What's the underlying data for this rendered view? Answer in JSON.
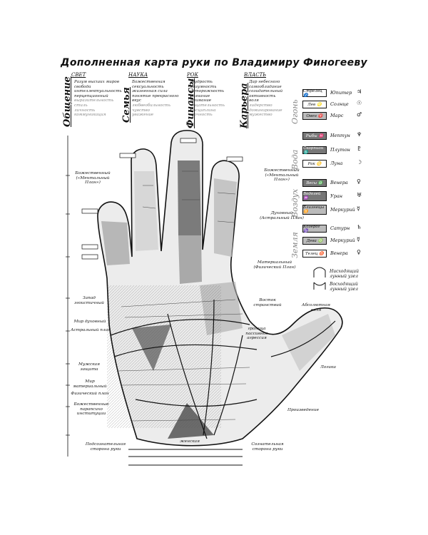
{
  "title": "Дополненная карта руки по Владимиру Финогееву",
  "headers": [
    "СВЕТ",
    "НАУКА",
    "РОК",
    "ВЛАСТЬ"
  ],
  "vertical_labels": [
    "Общение",
    "Семья",
    "Финансы",
    "Карьера"
  ],
  "columns": [
    {
      "l1": "Разум высших миров",
      "l2": "свобода",
      "l3": "интеллектуальность",
      "l4": "перцепционный",
      "l5": "выразительность",
      "l6": "стиль",
      "l7": "личность",
      "l8": "коммуникация"
    },
    {
      "l1": "Божественная",
      "l2": "сексуальность",
      "l3": "жизненная сила",
      "l4": "понятие прекрасного",
      "l5": "вкус",
      "l6": "любвеобильность",
      "l7": "чувство",
      "l8": "уважение"
    },
    {
      "l1": "Мудрость",
      "l2": "разумность",
      "l3": "осторожность",
      "l4": "сознание",
      "l5": "внимание",
      "l6": "тщательность",
      "l7": "дисциплина",
      "l8": "точность"
    },
    {
      "l1": "Дар небесного",
      "l2": "самообладание",
      "l3": "созидательный",
      "l4": "активность",
      "l5": "воля",
      "l6": "лидерство",
      "l7": "доминирование",
      "l8": "мужество"
    }
  ],
  "elements": [
    "Огонь",
    "Вода",
    "Воздух",
    "Земля"
  ],
  "legend": [
    {
      "sign": "Стрелец ♐",
      "planet": "Юпитер",
      "sym": "♃"
    },
    {
      "sign": "Лев ♌",
      "planet": "Солнце",
      "sym": "☉"
    },
    {
      "sign": "Овен ♈",
      "planet": "Марс",
      "sym": "♂"
    },
    {
      "sign": "Рыбы ♓",
      "planet": "Нептун",
      "sym": "♆"
    },
    {
      "sign": "Скорпион ♏",
      "planet": "Плутон",
      "sym": "♇"
    },
    {
      "sign": "Рак ♋",
      "planet": "Луна",
      "sym": "☽"
    },
    {
      "sign": "Весы ♎",
      "planet": "Венера",
      "sym": "♀"
    },
    {
      "sign": "Водолей ♒",
      "planet": "Уран",
      "sym": "♅"
    },
    {
      "sign": "Близнецы ♊",
      "planet": "Меркурий",
      "sym": "☿"
    },
    {
      "sign": "Козерог ♑",
      "planet": "Сатурн",
      "sym": "♄"
    },
    {
      "sign": "Дева ♍",
      "planet": "Меркурий",
      "sym": "☿"
    },
    {
      "sign": "Телец ♉",
      "planet": "Венера",
      "sym": "♀"
    }
  ],
  "legend_nodes": [
    {
      "l1": "Нисходящий",
      "l2": "лунный узел"
    },
    {
      "l1": "Восходящий",
      "l2": "лунный узел"
    }
  ],
  "side_labels": [
    {
      "l1": "Божественный",
      "l2": "(«Ментальный План»)"
    },
    {
      "l1": "Запад",
      "l2": "эгоистичный"
    },
    {
      "l1": "Мир духовный"
    },
    {
      "l1": "Астральный план"
    },
    {
      "l1": "Мужская",
      "l2": "защита"
    },
    {
      "l1": "Мир материальный"
    },
    {
      "l1": "Физический план"
    },
    {
      "l1": "Божественные",
      "l2": "парапсихо",
      "l3": "институции"
    },
    {
      "l1": "Подсознательная",
      "l2": "сторона руки"
    },
    {
      "l1": "Божественный",
      "l2": "(«Ментальный План»)"
    },
    {
      "l1": "Духовный",
      "l2": "(Астральный План)"
    },
    {
      "l1": "Материальный",
      "l2": "(Физический План)"
    },
    {
      "l1": "Восток",
      "l2": "странствий"
    },
    {
      "l1": "Абсолютная",
      "l2": "воля"
    },
    {
      "l1": "граница",
      "l2": "пассивное",
      "l3": "агрессия"
    },
    {
      "l1": "Логика"
    },
    {
      "l1": "Произведение"
    },
    {
      "l1": "Сознательная",
      "l2": "сторона руки"
    },
    {
      "l1": "женская"
    }
  ]
}
